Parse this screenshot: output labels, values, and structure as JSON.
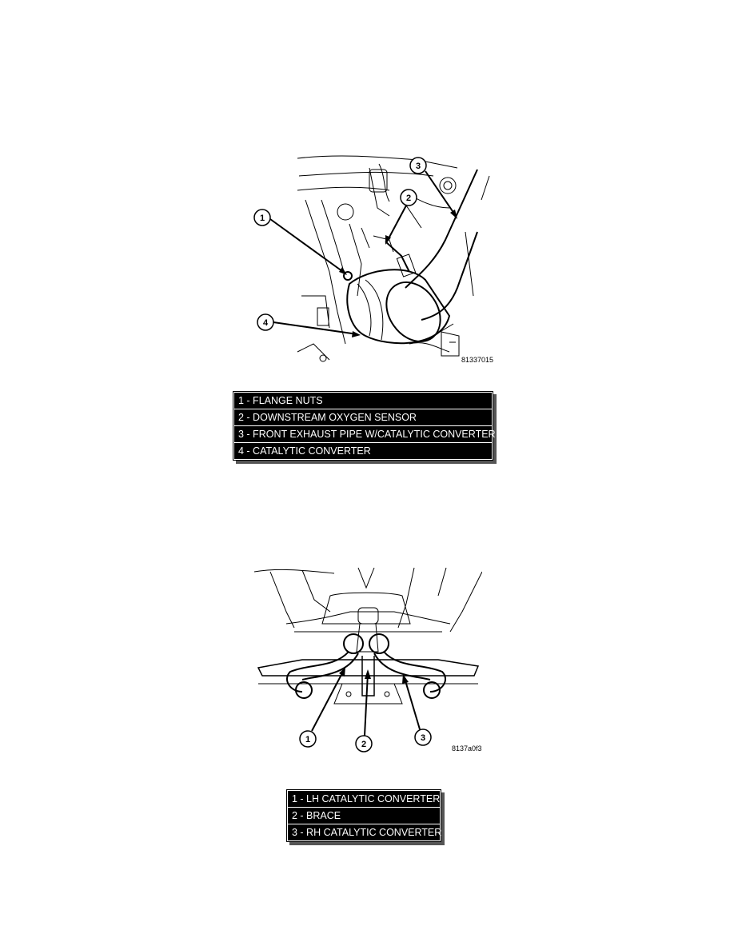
{
  "figure1": {
    "code": "81337015",
    "callouts": [
      "1",
      "2",
      "3",
      "4"
    ],
    "legend": [
      "1 - FLANGE NUTS",
      "2 - DOWNSTREAM OXYGEN SENSOR",
      "3 - FRONT EXHAUST PIPE W/CATALYTIC CONVERTER",
      "4 - CATALYTIC CONVERTER"
    ]
  },
  "figure2": {
    "code": "8137a0f3",
    "callouts": [
      "1",
      "2",
      "3"
    ],
    "legend": [
      "1 - LH CATALYTIC CONVERTER",
      "2 - BRACE",
      "3 - RH CATALYTIC CONVERTER"
    ]
  }
}
